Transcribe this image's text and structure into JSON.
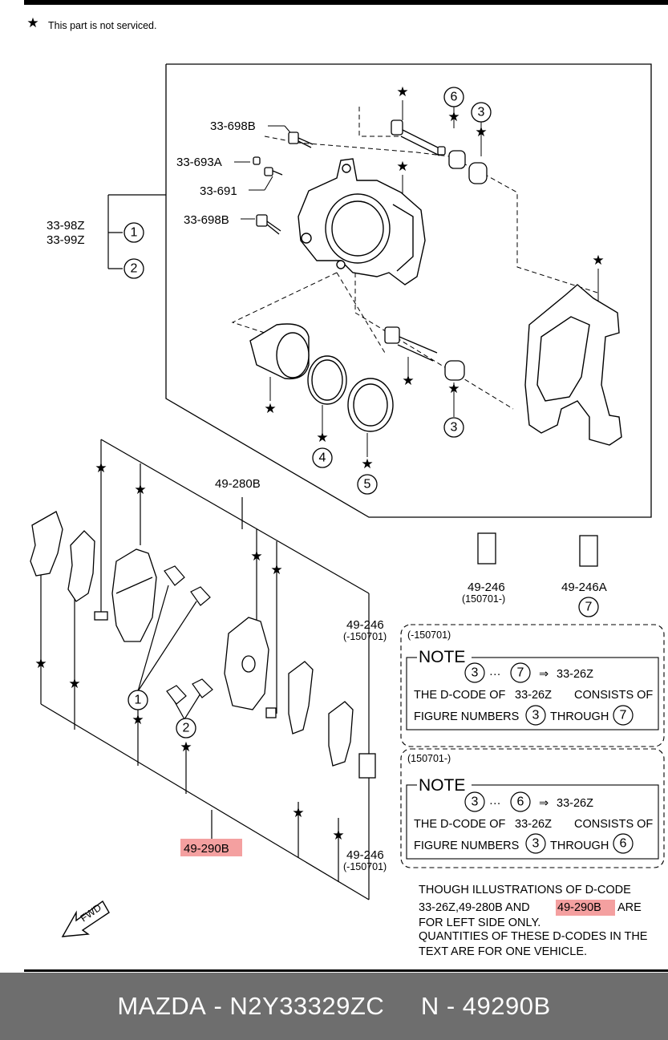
{
  "legend": {
    "symbol": "★",
    "text": "This part is not serviced."
  },
  "labels": {
    "l_33_698B_top": "33-698B",
    "l_33_693A": "33-693A",
    "l_33_691": "33-691",
    "l_33_698B_bot": "33-698B",
    "l_33_98Z": "33-98Z",
    "l_33_99Z": "33-99Z",
    "l_49_280B": "49-280B",
    "l_49_246_a": "49-246",
    "l_49_246_a_sub": "(150701-)",
    "l_49_246A": "49-246A",
    "l_49_246_b": "49-246",
    "l_49_246_b_sub": "(-150701)",
    "l_49_246_c": "49-246",
    "l_49_246_c_sub": "(-150701)",
    "l_49_290B": "49-290B",
    "fwd": "FWD"
  },
  "callouts": [
    "1",
    "2",
    "3",
    "4",
    "5",
    "6",
    "7"
  ],
  "notes": [
    {
      "period": "(-150701)",
      "heading": "NOTE",
      "from": "3",
      "to": "7",
      "arrow": "⇒",
      "dots": "···",
      "code": "33-26Z",
      "line1a": "THE D-CODE OF",
      "line1b": "33-26Z",
      "line1c": "CONSISTS OF",
      "line2a": "FIGURE NUMBERS",
      "line2b": "THROUGH"
    },
    {
      "period": "(150701-)",
      "heading": "NOTE",
      "from": "3",
      "to": "6",
      "arrow": "⇒",
      "dots": "···",
      "code": "33-26Z",
      "line1a": "THE D-CODE OF",
      "line1b": "33-26Z",
      "line1c": "CONSISTS OF",
      "line2a": "FIGURE NUMBERS",
      "line2b": "THROUGH"
    }
  ],
  "footnote": {
    "line1": "THOUGH ILLUSTRATIONS OF D-CODE",
    "line2a": "33-26Z,49-280B AND",
    "line2b": "49-290B",
    "line2c": "ARE",
    "line3": "FOR LEFT SIDE ONLY.",
    "line4": "QUANTITIES OF THESE D-CODES IN THE",
    "line5": "TEXT ARE FOR ONE VEHICLE."
  },
  "footer": {
    "brand": "MAZDA",
    "part": "N2Y33329ZC",
    "ref_prefix": "N",
    "ref": "49290B",
    "sep": " - "
  },
  "colors": {
    "highlight": "#f4a0a0",
    "footer_bg": "#6e6e6e",
    "footer_text": "#ffffff"
  }
}
